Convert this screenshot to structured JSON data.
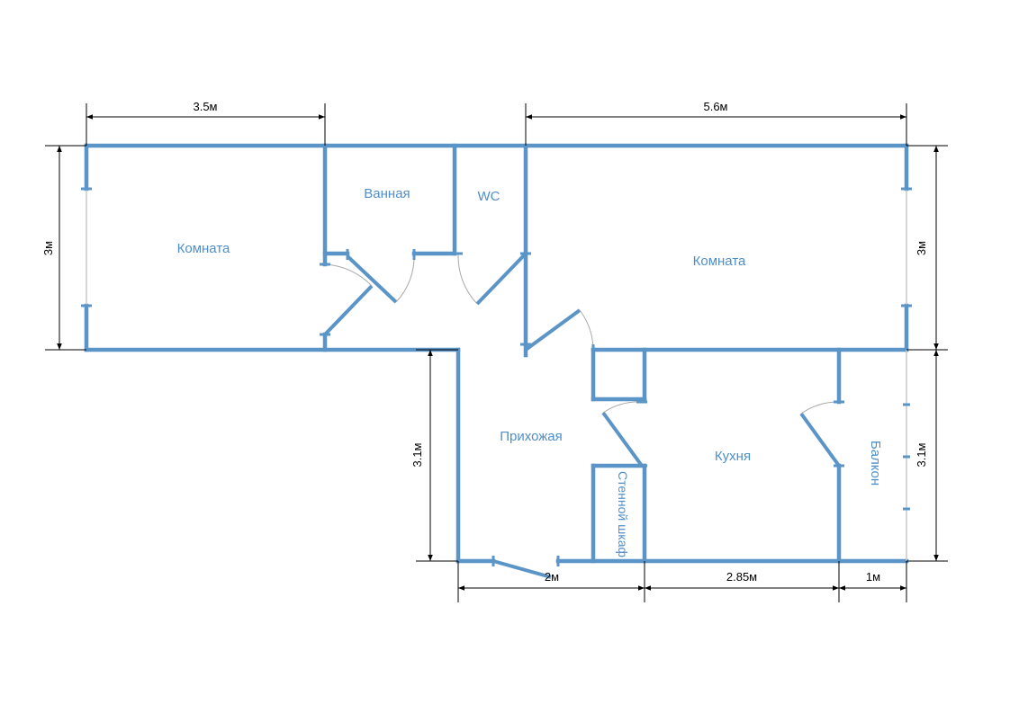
{
  "rooms": {
    "room_left": "Комната",
    "bathroom": "Ванная",
    "wc": "WC",
    "room_right": "Комната",
    "hallway": "Прихожая",
    "kitchen": "Кухня",
    "balcony": "Балкон",
    "closet": "Стенной шкаф"
  },
  "dimensions": {
    "top_left": "3.5м",
    "top_right": "5.6м",
    "left_height": "3м",
    "right_height_upper": "3м",
    "right_height_lower": "3.1м",
    "hallway_height": "3.1м",
    "bottom_hallway": "2м",
    "bottom_kitchen": "2.85м",
    "bottom_balcony": "1м"
  },
  "colors": {
    "wall": "#5b95c8",
    "label": "#4f8fc9",
    "dimension": "#000000"
  }
}
